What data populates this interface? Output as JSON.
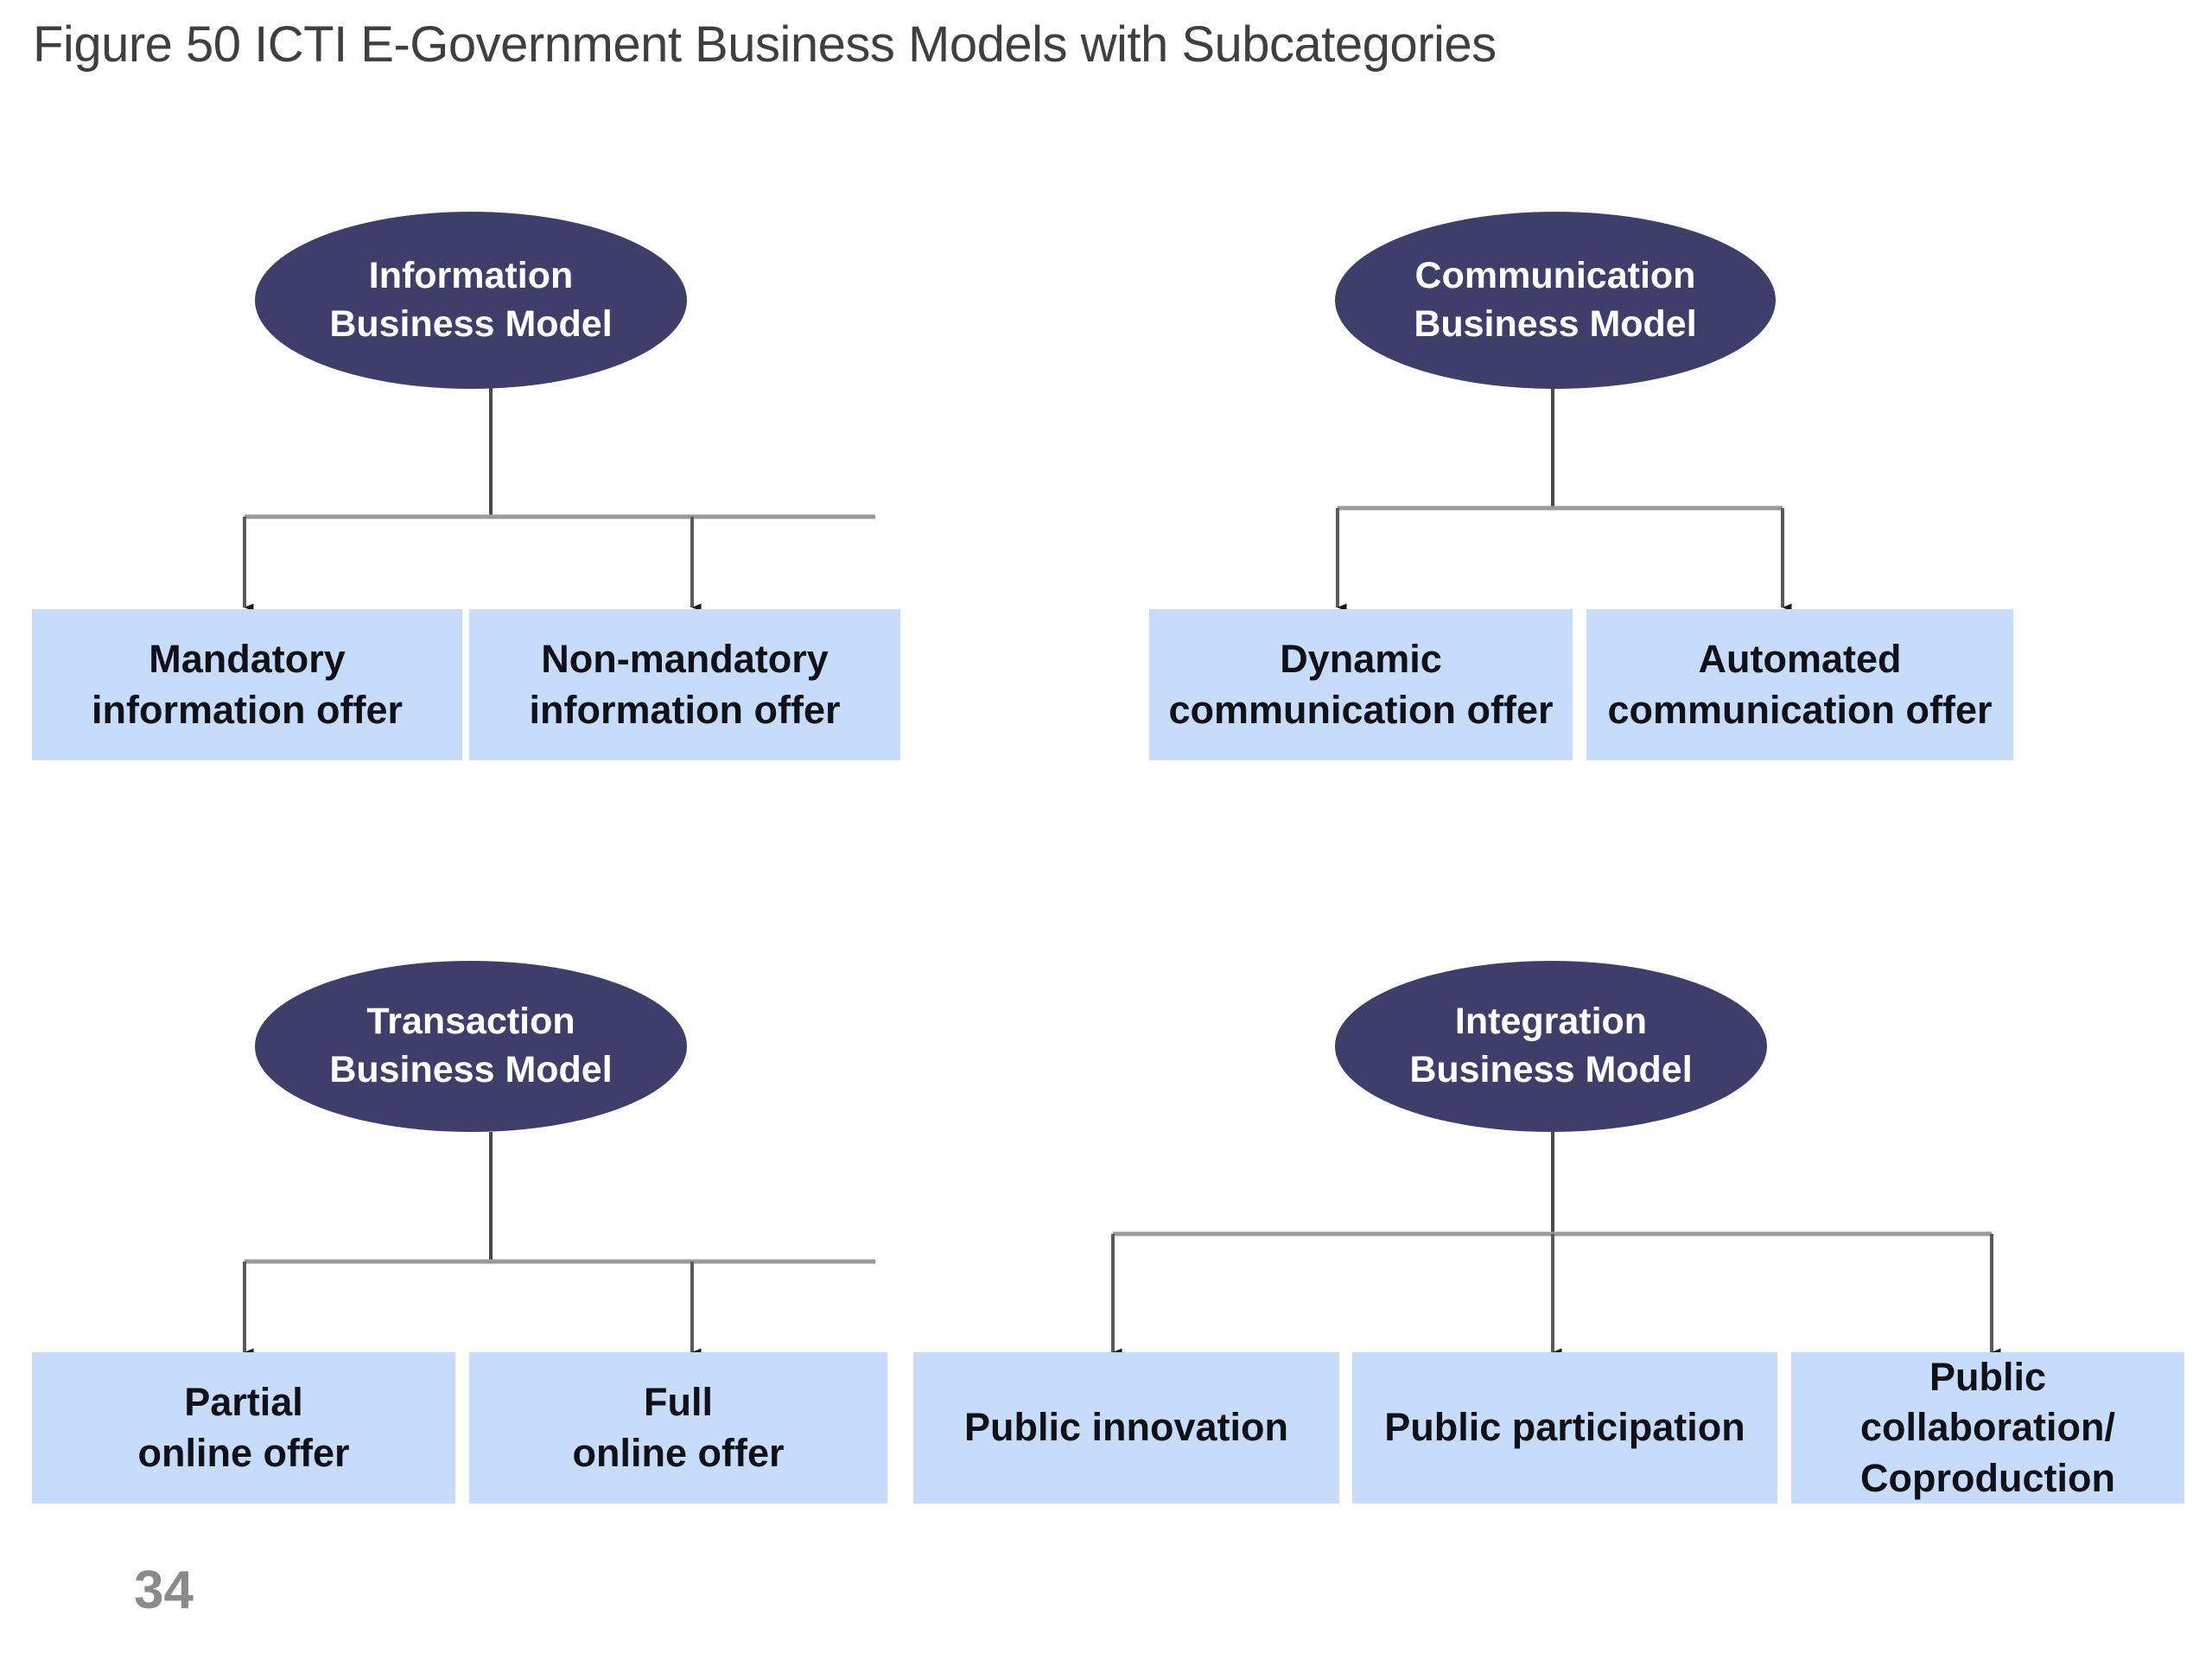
{
  "page": {
    "title": "Figure 50 ICTI E-Government Business Models with Subcategories",
    "page_number": "34",
    "background_color": "#ffffff",
    "title_color": "#3f3f41",
    "page_number_color": "#8a8a8a"
  },
  "colors": {
    "ellipse_fill": "#3e3e6b",
    "ellipse_text": "#ffffff",
    "box_fill": "#c6dcfa",
    "box_text": "#101018",
    "connector_line": "#6b6b6b",
    "arrow_head": "#1a1a1a"
  },
  "diagram": {
    "type": "hierarchy",
    "branches": [
      {
        "id": "information",
        "root_label": "Information\nBusiness Model",
        "children": [
          {
            "id": "mandatory-information-offer",
            "label": "Mandatory\ninformation offer"
          },
          {
            "id": "non-mandatory-information-offer",
            "label": "Non-mandatory\ninformation offer"
          }
        ]
      },
      {
        "id": "communication",
        "root_label": "Communication\nBusiness Model",
        "children": [
          {
            "id": "dynamic-communication-offer",
            "label": "Dynamic\ncommunication offer"
          },
          {
            "id": "automated-communication-offer",
            "label": "Automated\ncommunication offer"
          }
        ]
      },
      {
        "id": "transaction",
        "root_label": "Transaction\nBusiness Model",
        "children": [
          {
            "id": "partial-online-offer",
            "label": "Partial\nonline offer"
          },
          {
            "id": "full-online-offer",
            "label": "Full\nonline offer"
          }
        ]
      },
      {
        "id": "integration",
        "root_label": "Integration\nBusiness Model",
        "children": [
          {
            "id": "public-innovation",
            "label": "Public innovation"
          },
          {
            "id": "public-participation",
            "label": "Public participation"
          },
          {
            "id": "public-collaboration-coproduction",
            "label": "Public collaboration/\nCoproduction"
          }
        ]
      }
    ]
  }
}
